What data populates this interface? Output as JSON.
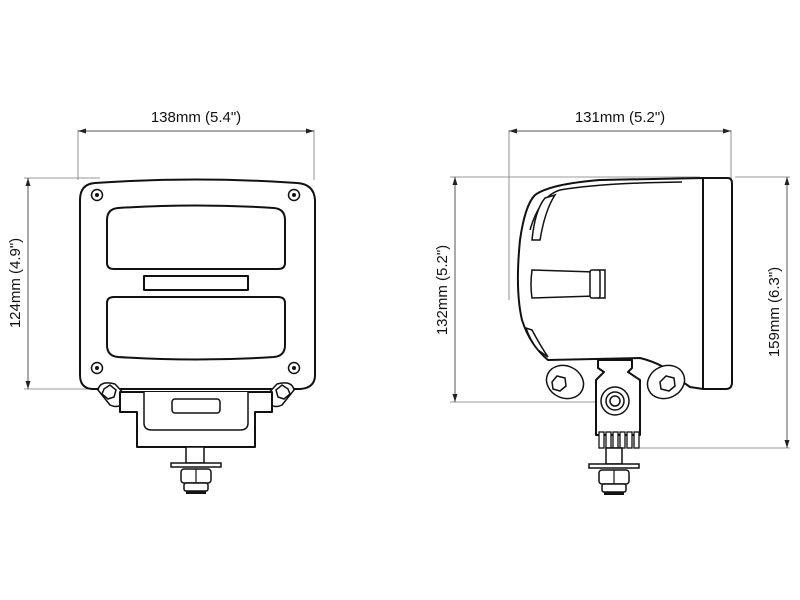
{
  "diagram": {
    "type": "technical dimension drawing",
    "subject": "work lamp",
    "views": [
      {
        "name": "front-view",
        "dimensions": {
          "width": {
            "label": "138mm (5.4\")",
            "mm": 138,
            "in": 5.4
          },
          "height": {
            "label": "124mm (4.9\")",
            "mm": 124,
            "in": 4.9
          }
        }
      },
      {
        "name": "side-view",
        "dimensions": {
          "depth": {
            "label": "131mm (5.2\")",
            "mm": 131,
            "in": 5.2
          },
          "body_height": {
            "label": "132mm (5.2\")",
            "mm": 132,
            "in": 5.2
          },
          "overall_height": {
            "label": "159mm (6.3\")",
            "mm": 159,
            "in": 6.3
          }
        }
      }
    ]
  },
  "labels": {
    "front_width": "138mm (5.4\")",
    "front_height": "124mm (4.9\")",
    "side_depth": "131mm (5.2\")",
    "side_body_height": "132mm (5.2\")",
    "side_overall_height": "159mm (6.3\")"
  },
  "colors": {
    "line": "#111111",
    "dimension_line": "#555555",
    "background": "#ffffff"
  }
}
